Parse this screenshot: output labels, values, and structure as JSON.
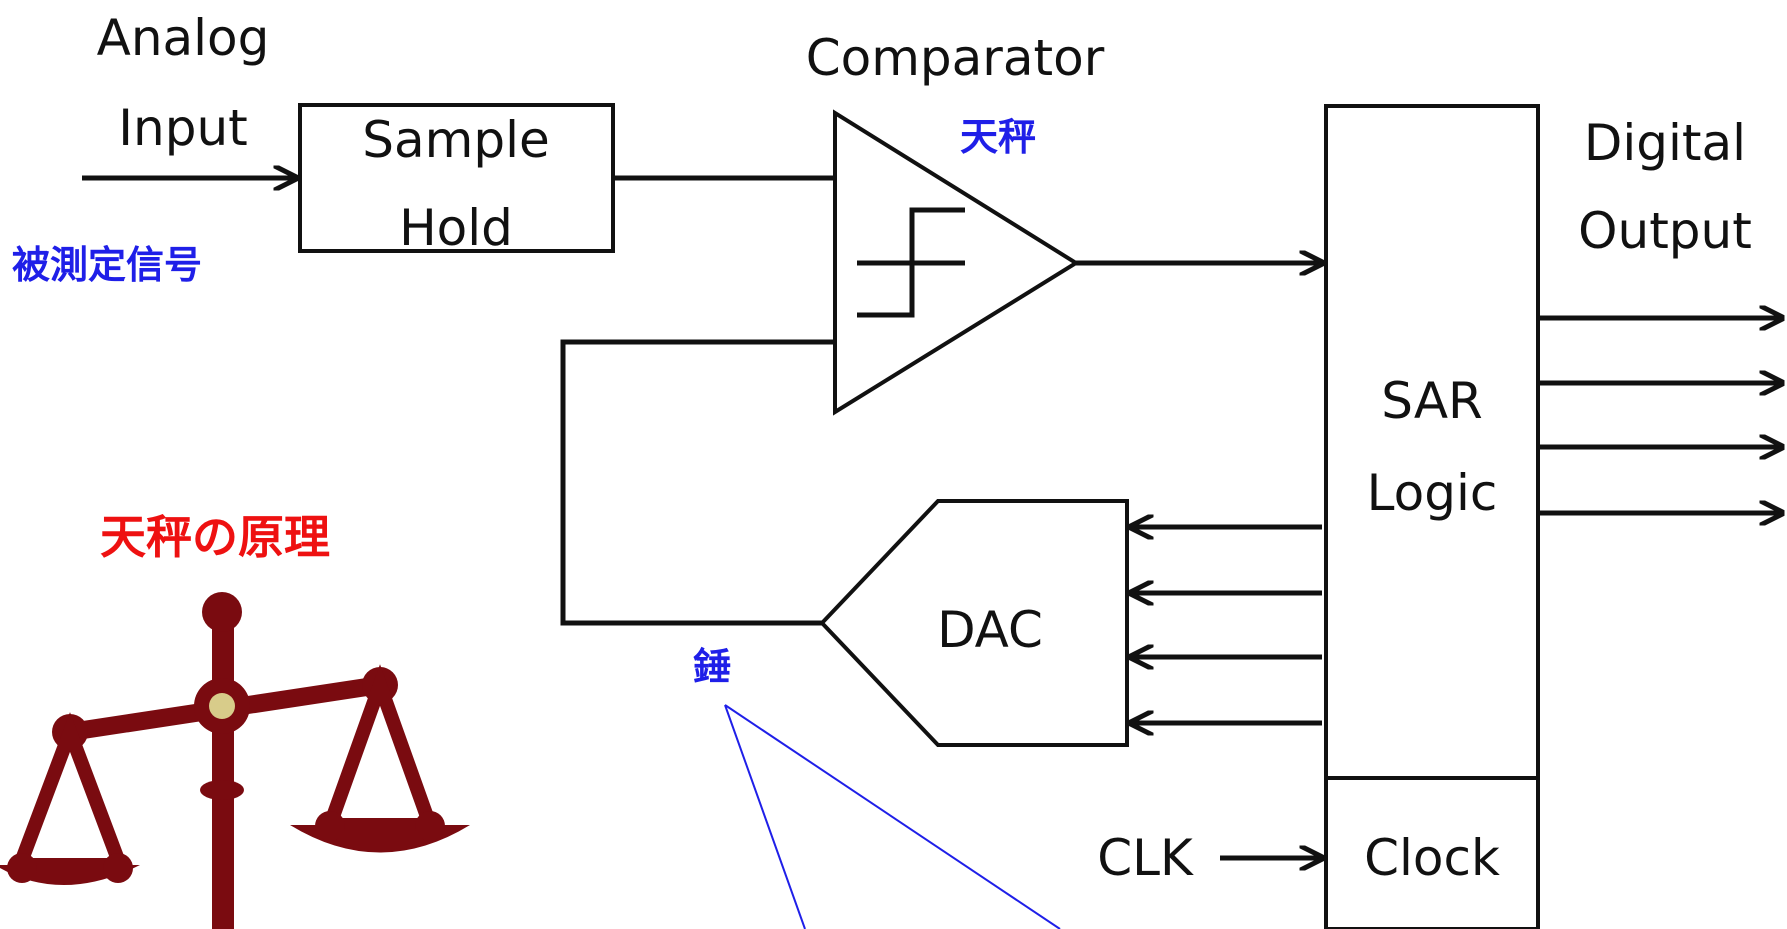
{
  "labels": {
    "analog_input_line1": "Analog",
    "analog_input_line2": "Input",
    "sample_hold_line1": "Sample",
    "sample_hold_line2": "Hold",
    "comparator": "Comparator",
    "digital_output_line1": "Digital",
    "digital_output_line2": "Output",
    "sar_logic_line1": "SAR",
    "sar_logic_line2": "Logic",
    "dac": "DAC",
    "clk": "CLK",
    "clock": "Clock"
  },
  "annotations": {
    "measured_signal": "被測定信号",
    "balance": "天秤",
    "weight": "錘",
    "balance_principle": "天秤の原理"
  },
  "colors": {
    "annotation_blue": "#1f1fe8",
    "annotation_red": "#ee1111",
    "scale_color": "#7a0b10",
    "scale_pivot": "#d8cc8a"
  },
  "icons": [
    "balance-scale-icon",
    "step-function-icon"
  ]
}
